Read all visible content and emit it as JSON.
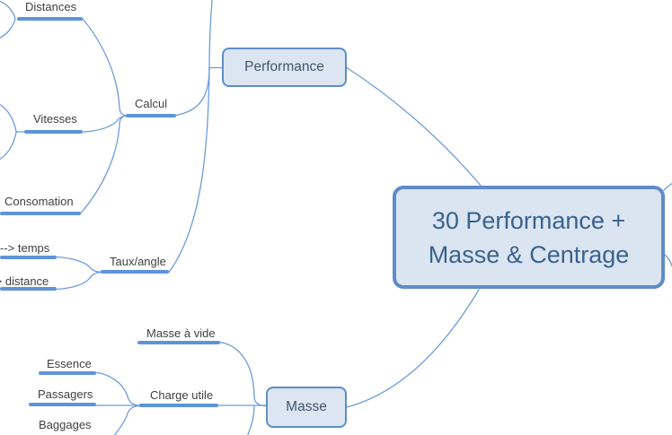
{
  "colors": {
    "branch_line": "#5e93d9",
    "connector_line": "#6d9cd9",
    "node_fill": "#dce6f2",
    "node_border": "#5f8dc9",
    "node_text": "#44546a",
    "root_fill": "#dbe5f1",
    "root_border": "#5e8cc8",
    "root_text": "#3a628f",
    "label_text": "#3f3f3f"
  },
  "root": {
    "label_line1": "30 Performance +",
    "label_line2": "Masse & Centrage"
  },
  "nodes": {
    "performance": {
      "label": "Performance"
    },
    "masse": {
      "label": "Masse"
    },
    "calcul": {
      "label": "Calcul"
    },
    "taux_angle": {
      "label": "Taux/angle"
    },
    "distances": {
      "label": "Distances"
    },
    "vitesses": {
      "label": "Vitesses"
    },
    "consomation": {
      "label": "Consomation"
    },
    "temps": {
      "label": "--> temps"
    },
    "distance": {
      "label": "--> distance"
    },
    "masse_a_vide": {
      "label": "Masse à vide"
    },
    "charge_utile": {
      "label": "Charge utile"
    },
    "essence": {
      "label": "Essence"
    },
    "passagers": {
      "label": "Passagers"
    },
    "baggages": {
      "label": "Baggages"
    }
  }
}
